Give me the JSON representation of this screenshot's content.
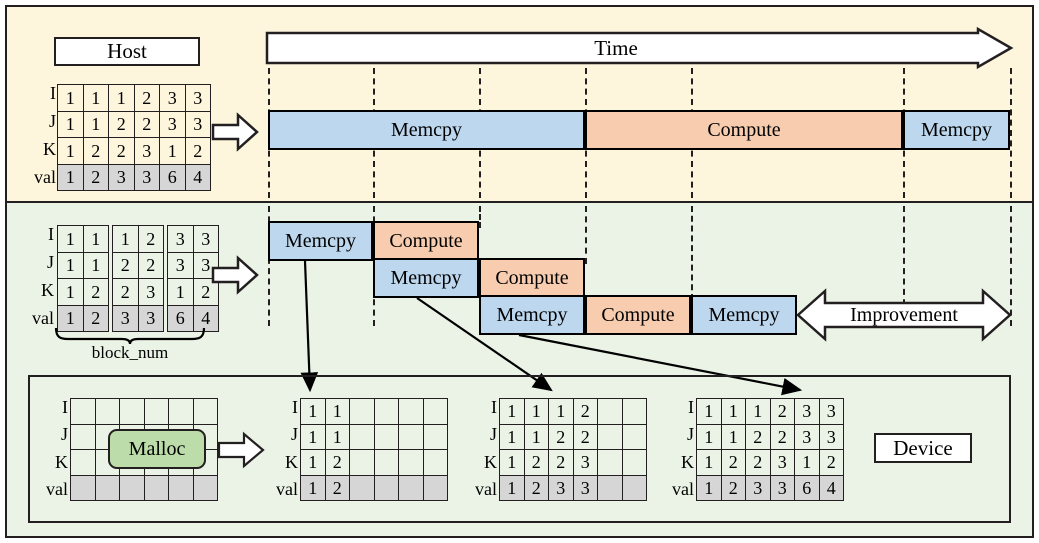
{
  "sections": {
    "host": {
      "label": "Host",
      "bg": "#fdf5dc"
    },
    "device": {
      "label": "Device",
      "bg": "#eaf3e6"
    }
  },
  "time_axis": {
    "label": "Time"
  },
  "labels": {
    "block_num": "block_num",
    "improvement": "Improvement",
    "malloc": "Malloc",
    "memcpy": "Memcpy",
    "compute": "Compute"
  },
  "row_labels": [
    "I",
    "J",
    "K",
    "val"
  ],
  "colors": {
    "memcpy": "#bcd7ee",
    "compute": "#f8cdaf",
    "malloc": "#bcdcaa",
    "val_row": "#d6d6d6",
    "host_bg": "#fdf5dc",
    "device_bg": "#eaf3e6",
    "stroke": "#231f20"
  },
  "host_table": {
    "rows": [
      {
        "name": "I",
        "values": [
          "1",
          "1",
          "1",
          "2",
          "3",
          "3"
        ]
      },
      {
        "name": "J",
        "values": [
          "1",
          "1",
          "2",
          "2",
          "3",
          "3"
        ]
      },
      {
        "name": "K",
        "values": [
          "1",
          "2",
          "2",
          "3",
          "1",
          "2"
        ]
      },
      {
        "name": "val",
        "values": [
          "1",
          "2",
          "3",
          "3",
          "6",
          "4"
        ]
      }
    ]
  },
  "blocked_table": {
    "blocks": [
      {
        "rows": [
          {
            "name": "I",
            "values": [
              "1",
              "1"
            ]
          },
          {
            "name": "J",
            "values": [
              "1",
              "1"
            ]
          },
          {
            "name": "K",
            "values": [
              "1",
              "2"
            ]
          },
          {
            "name": "val",
            "values": [
              "1",
              "2"
            ]
          }
        ]
      },
      {
        "rows": [
          {
            "name": "I",
            "values": [
              "1",
              "2"
            ]
          },
          {
            "name": "J",
            "values": [
              "2",
              "2"
            ]
          },
          {
            "name": "K",
            "values": [
              "2",
              "3"
            ]
          },
          {
            "name": "val",
            "values": [
              "3",
              "3"
            ]
          }
        ]
      },
      {
        "rows": [
          {
            "name": "I",
            "values": [
              "3",
              "3"
            ]
          },
          {
            "name": "J",
            "values": [
              "3",
              "3"
            ]
          },
          {
            "name": "K",
            "values": [
              "1",
              "2"
            ]
          },
          {
            "name": "val",
            "values": [
              "6",
              "4"
            ]
          }
        ]
      }
    ]
  },
  "host_timeline": {
    "bars": [
      {
        "label": "Memcpy",
        "kind": "memcpy",
        "start": 268,
        "end": 585
      },
      {
        "label": "Compute",
        "kind": "compute",
        "start": 585,
        "end": 903
      },
      {
        "label": "Memcpy",
        "kind": "memcpy",
        "start": 903,
        "end": 1010
      }
    ]
  },
  "device_timeline": {
    "streams": [
      {
        "bars": [
          {
            "label": "Memcpy",
            "kind": "memcpy",
            "start": 268,
            "end": 373
          },
          {
            "label": "Compute",
            "kind": "compute",
            "start": 373,
            "end": 479
          }
        ]
      },
      {
        "bars": [
          {
            "label": "Memcpy",
            "kind": "memcpy",
            "start": 373,
            "end": 479
          },
          {
            "label": "Compute",
            "kind": "compute",
            "start": 479,
            "end": 585
          }
        ]
      },
      {
        "bars": [
          {
            "label": "Memcpy",
            "kind": "memcpy",
            "start": 479,
            "end": 585
          },
          {
            "label": "Compute",
            "kind": "compute",
            "start": 585,
            "end": 691
          },
          {
            "label": "Memcpy",
            "kind": "memcpy",
            "start": 691,
            "end": 797
          }
        ]
      }
    ]
  },
  "device_tables": [
    {
      "name": "malloc-grid",
      "cols": 6,
      "rows": [
        {
          "name": "I",
          "values": [
            "",
            "",
            "",
            "",
            "",
            ""
          ]
        },
        {
          "name": "J",
          "values": [
            "",
            "",
            "",
            "",
            "",
            ""
          ]
        },
        {
          "name": "K",
          "values": [
            "",
            "",
            "",
            "",
            "",
            ""
          ]
        },
        {
          "name": "val",
          "values": [
            "",
            "",
            "",
            "",
            "",
            ""
          ]
        }
      ]
    },
    {
      "name": "stage-1",
      "cols": 6,
      "rows": [
        {
          "name": "I",
          "values": [
            "1",
            "1",
            "",
            "",
            "",
            ""
          ]
        },
        {
          "name": "J",
          "values": [
            "1",
            "1",
            "",
            "",
            "",
            ""
          ]
        },
        {
          "name": "K",
          "values": [
            "1",
            "2",
            "",
            "",
            "",
            ""
          ]
        },
        {
          "name": "val",
          "values": [
            "1",
            "2",
            "",
            "",
            "",
            ""
          ]
        }
      ]
    },
    {
      "name": "stage-2",
      "cols": 6,
      "rows": [
        {
          "name": "I",
          "values": [
            "1",
            "1",
            "1",
            "2",
            "",
            ""
          ]
        },
        {
          "name": "J",
          "values": [
            "1",
            "1",
            "2",
            "2",
            "",
            ""
          ]
        },
        {
          "name": "K",
          "values": [
            "1",
            "2",
            "2",
            "3",
            "",
            ""
          ]
        },
        {
          "name": "val",
          "values": [
            "1",
            "2",
            "3",
            "3",
            "",
            ""
          ]
        }
      ]
    },
    {
      "name": "stage-3",
      "cols": 6,
      "rows": [
        {
          "name": "I",
          "values": [
            "1",
            "1",
            "1",
            "2",
            "3",
            "3"
          ]
        },
        {
          "name": "J",
          "values": [
            "1",
            "1",
            "2",
            "2",
            "3",
            "3"
          ]
        },
        {
          "name": "K",
          "values": [
            "1",
            "2",
            "2",
            "3",
            "1",
            "2"
          ]
        },
        {
          "name": "val",
          "values": [
            "1",
            "2",
            "3",
            "3",
            "6",
            "4"
          ]
        }
      ]
    }
  ],
  "grid_lines_x": [
    268,
    373,
    479,
    585,
    691,
    903,
    1010
  ]
}
